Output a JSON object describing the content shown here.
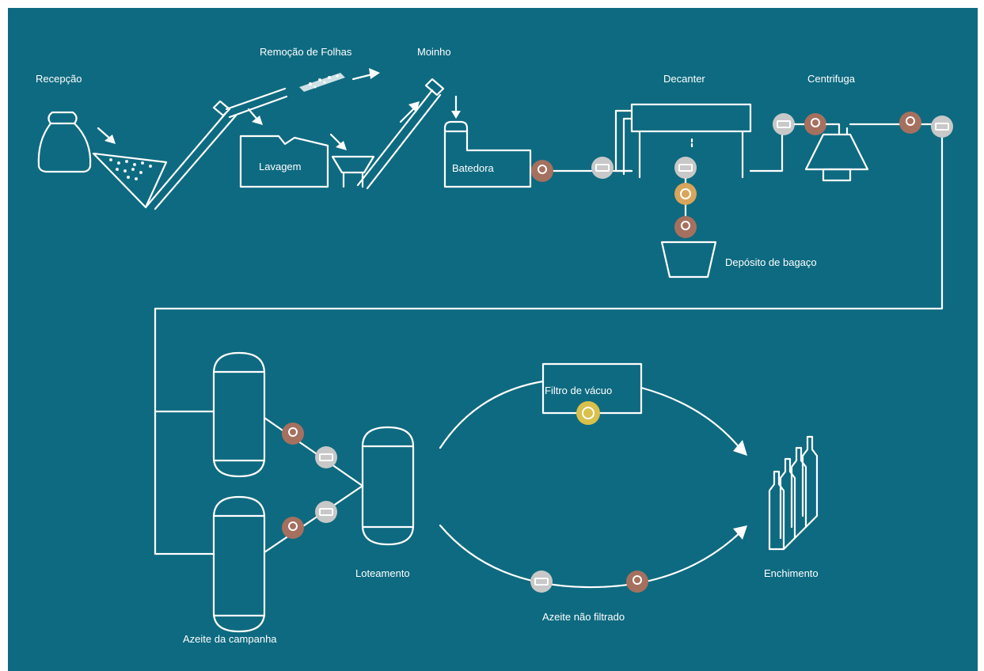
{
  "diagram": {
    "labels": {
      "recepcao": "Recepção",
      "remocao_folhas": "Remoção de Folhas",
      "moinho": "Moinho",
      "lavagem": "Lavagem",
      "batedora": "Batedora",
      "decanter": "Decanter",
      "centrifuga": "Centrifuga",
      "deposito_bagaco": "Depósito de bagaço",
      "filtro_vacuo": "Filtro de vácuo",
      "loteamento": "Loteamento",
      "azeite_campanha": "Azeite da campanha",
      "azeite_nao_filtrado": "Azeite não filtrado",
      "enchimento": "Enchimento"
    },
    "colors": {
      "background": "#0e6a80",
      "line": "#ffffff",
      "pump_grey": "#c8c8c8",
      "meter_brown": "#a6705f",
      "valve_orange": "#d9a55a",
      "filter_yellow": "#d9c04a"
    },
    "icons": {
      "pump": "pump-icon",
      "meter": "flow-meter-icon",
      "valve": "valve-icon",
      "filter": "filter-icon"
    }
  }
}
